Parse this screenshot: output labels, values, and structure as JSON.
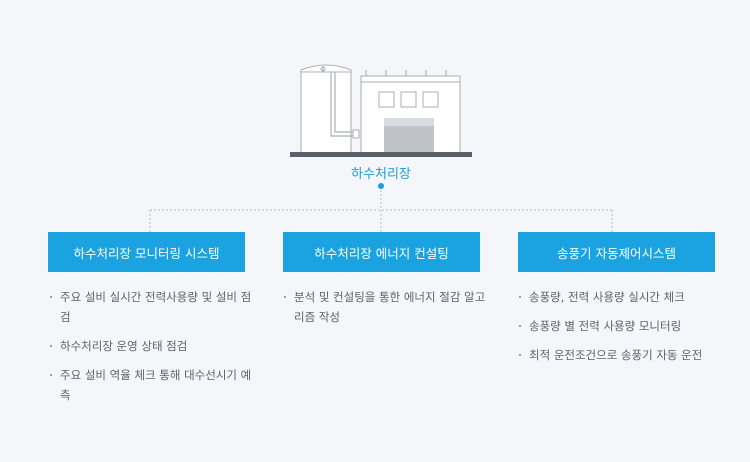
{
  "root": {
    "label": "하수처리장"
  },
  "branches": [
    {
      "title": "하수처리장 모니터링 시스템",
      "items": [
        "주요 설비 실시간 전력사용량 및 설비 점검",
        "하수처리장 운영 상태 점검",
        "주요 설비 역율 체크 통해 대수선시기 예측"
      ]
    },
    {
      "title": "하수처리장 에너지 컨설팅",
      "items": [
        "분석 및 컨설팅을 통한 에너지 절감 알고리즘 작성"
      ]
    },
    {
      "title": "송풍기 자동제어시스템",
      "items": [
        "송풍량, 전력 사용량 실시간 체크",
        "송풍량 별 전력 사용량 모니터링",
        "최적 운전조건으로 송풍기 자동 운전"
      ]
    }
  ],
  "colors": {
    "accent": "#1aa3e0",
    "text": "#5e636a",
    "background": "#f4f6f9"
  },
  "illustration": {
    "icon": "sewage-treatment-plant-icon"
  }
}
